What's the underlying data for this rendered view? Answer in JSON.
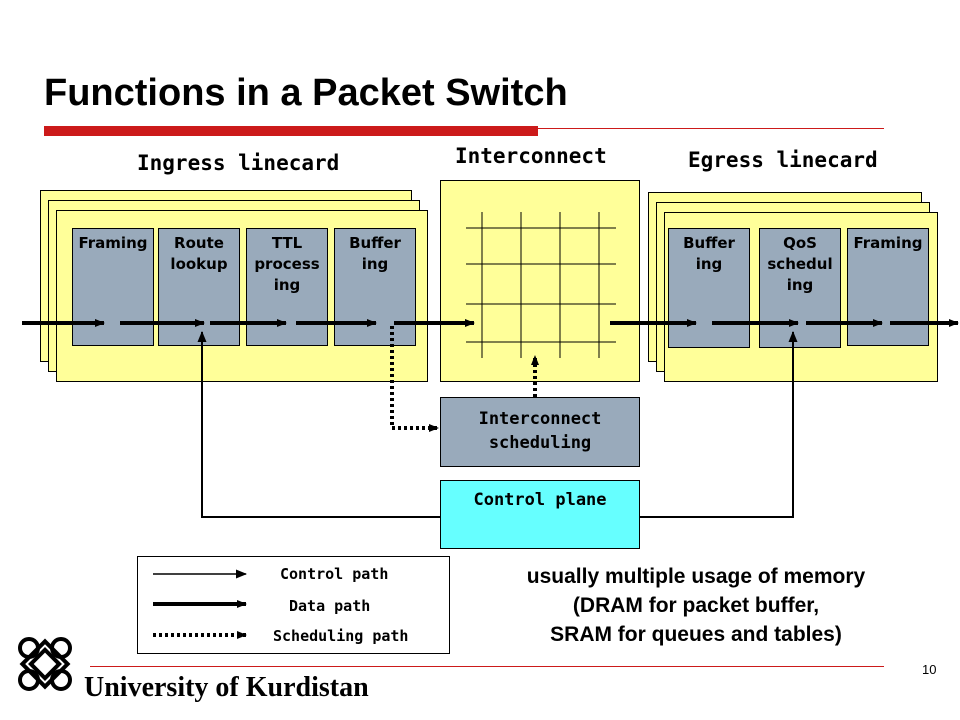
{
  "slide": {
    "title": "Functions in a Packet Switch",
    "page_number": "10",
    "institution": "University of Kurdistan"
  },
  "ingress": {
    "label": "Ingress linecard",
    "functions": [
      "Framing",
      "Route\nlookup",
      "TTL\nprocess\ning",
      "Buffer\ning"
    ]
  },
  "interconnect": {
    "label": "Interconnect",
    "scheduling": "Interconnect\nscheduling"
  },
  "egress": {
    "label": "Egress linecard",
    "functions": [
      "Buffer\ning",
      "QoS\nschedul\ning",
      "Framing"
    ]
  },
  "control_plane": "Control plane",
  "legend": {
    "control": "Control path",
    "data": "Data path",
    "scheduling": "Scheduling path"
  },
  "note": {
    "line1": "usually multiple usage of memory",
    "line2": "(DRAM for packet buffer,",
    "line3": "SRAM for queues and tables)"
  },
  "colors": {
    "accent_red": "#cc1a1a",
    "linecard": "#ffff99",
    "function_box": "#99aabb",
    "control_plane": "#66ffff"
  },
  "icons": [
    "university-logo-icon"
  ]
}
